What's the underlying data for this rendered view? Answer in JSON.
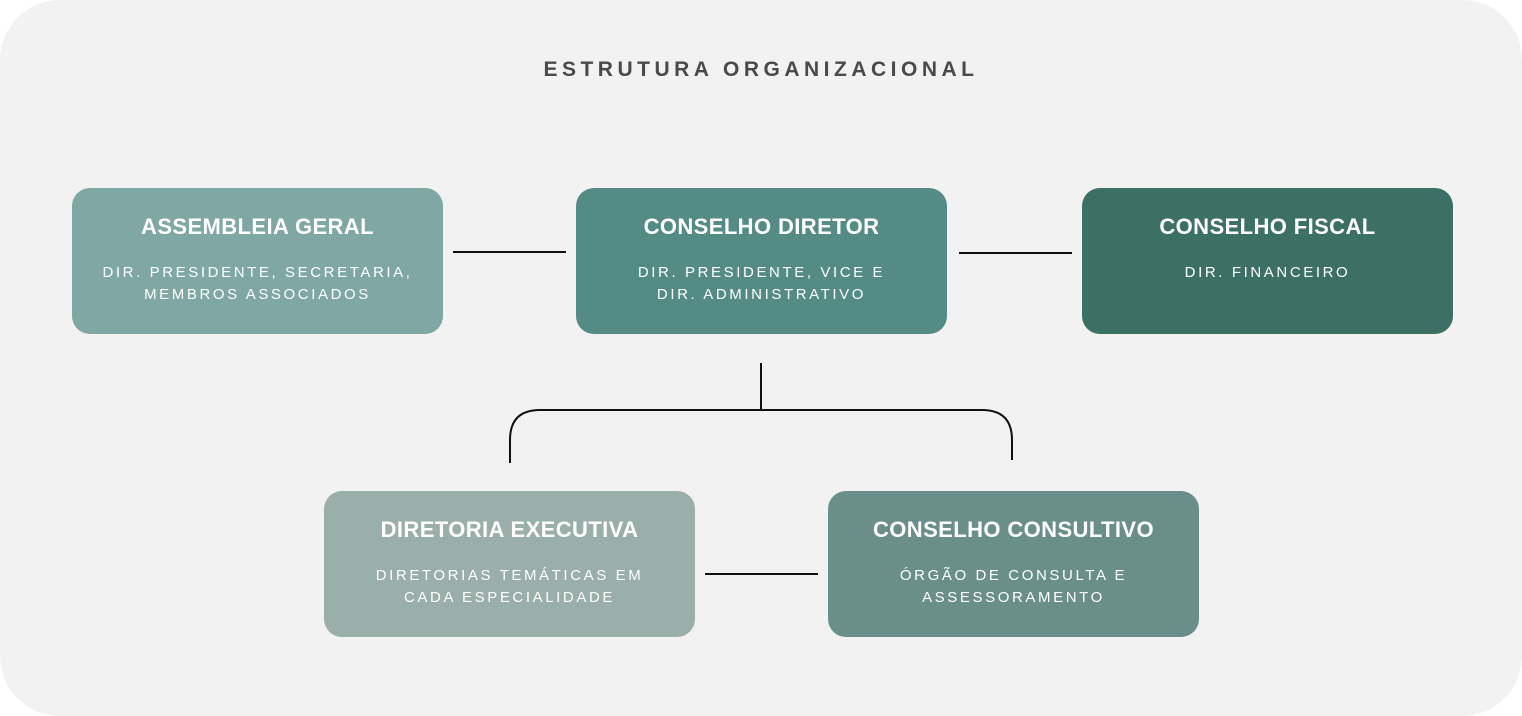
{
  "title": "ESTRUTURA ORGANIZACIONAL",
  "boxes": {
    "assembleia": {
      "title": "ASSEMBLEIA GERAL",
      "subtitle": "DIR. PRESIDENTE, SECRETARIA,\nMEMBROS ASSOCIADOS",
      "color": "#7fa7a3"
    },
    "diretor": {
      "title": "CONSELHO DIRETOR",
      "subtitle": "DIR. PRESIDENTE, VICE E\nDIR. ADMINISTRATIVO",
      "color": "#548b84"
    },
    "fiscal": {
      "title": "CONSELHO FISCAL",
      "subtitle": "DIR. FINANCEIRO",
      "color": "#3d7064"
    },
    "executiva": {
      "title": "DIRETORIA EXECUTIVA",
      "subtitle": "DIRETORIAS TEMÁTICAS EM\nCADA ESPECIALIDADE",
      "color": "#9aaeaa"
    },
    "consultivo": {
      "title": "CONSELHO CONSULTIVO",
      "subtitle": "ÓRGÃO DE CONSULTA E\nASSESSORAMENTO",
      "color": "#6a8e8a"
    }
  }
}
